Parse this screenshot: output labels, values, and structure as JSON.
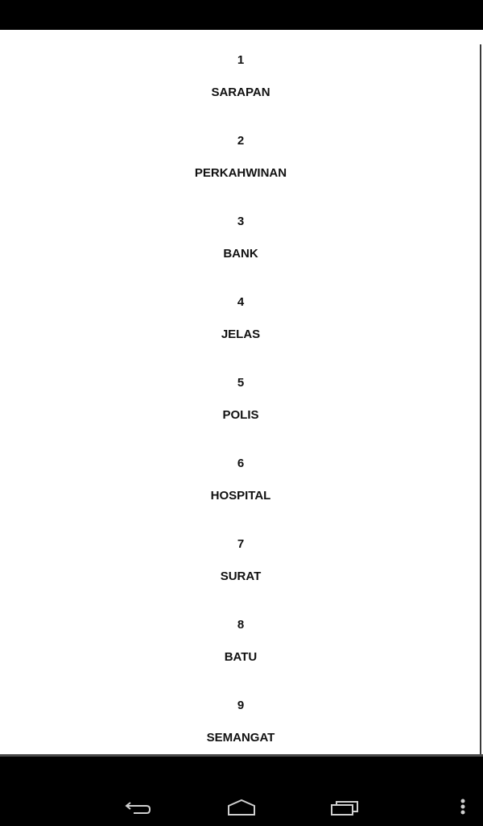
{
  "items": [
    {
      "number": "1",
      "word": "SARAPAN"
    },
    {
      "number": "2",
      "word": "PERKAHWINAN"
    },
    {
      "number": "3",
      "word": "BANK"
    },
    {
      "number": "4",
      "word": "JELAS"
    },
    {
      "number": "5",
      "word": "POLIS"
    },
    {
      "number": "6",
      "word": "HOSPITAL"
    },
    {
      "number": "7",
      "word": "SURAT"
    },
    {
      "number": "8",
      "word": "BATU"
    },
    {
      "number": "9",
      "word": "SEMANGAT"
    }
  ],
  "nav": {
    "back": "back-icon",
    "home": "home-icon",
    "recents": "recents-icon",
    "menu": "overflow-menu-icon"
  },
  "colors": {
    "background": "#ffffff",
    "text": "#111111",
    "bars": "#000000",
    "icons": "#cfcfcf"
  }
}
